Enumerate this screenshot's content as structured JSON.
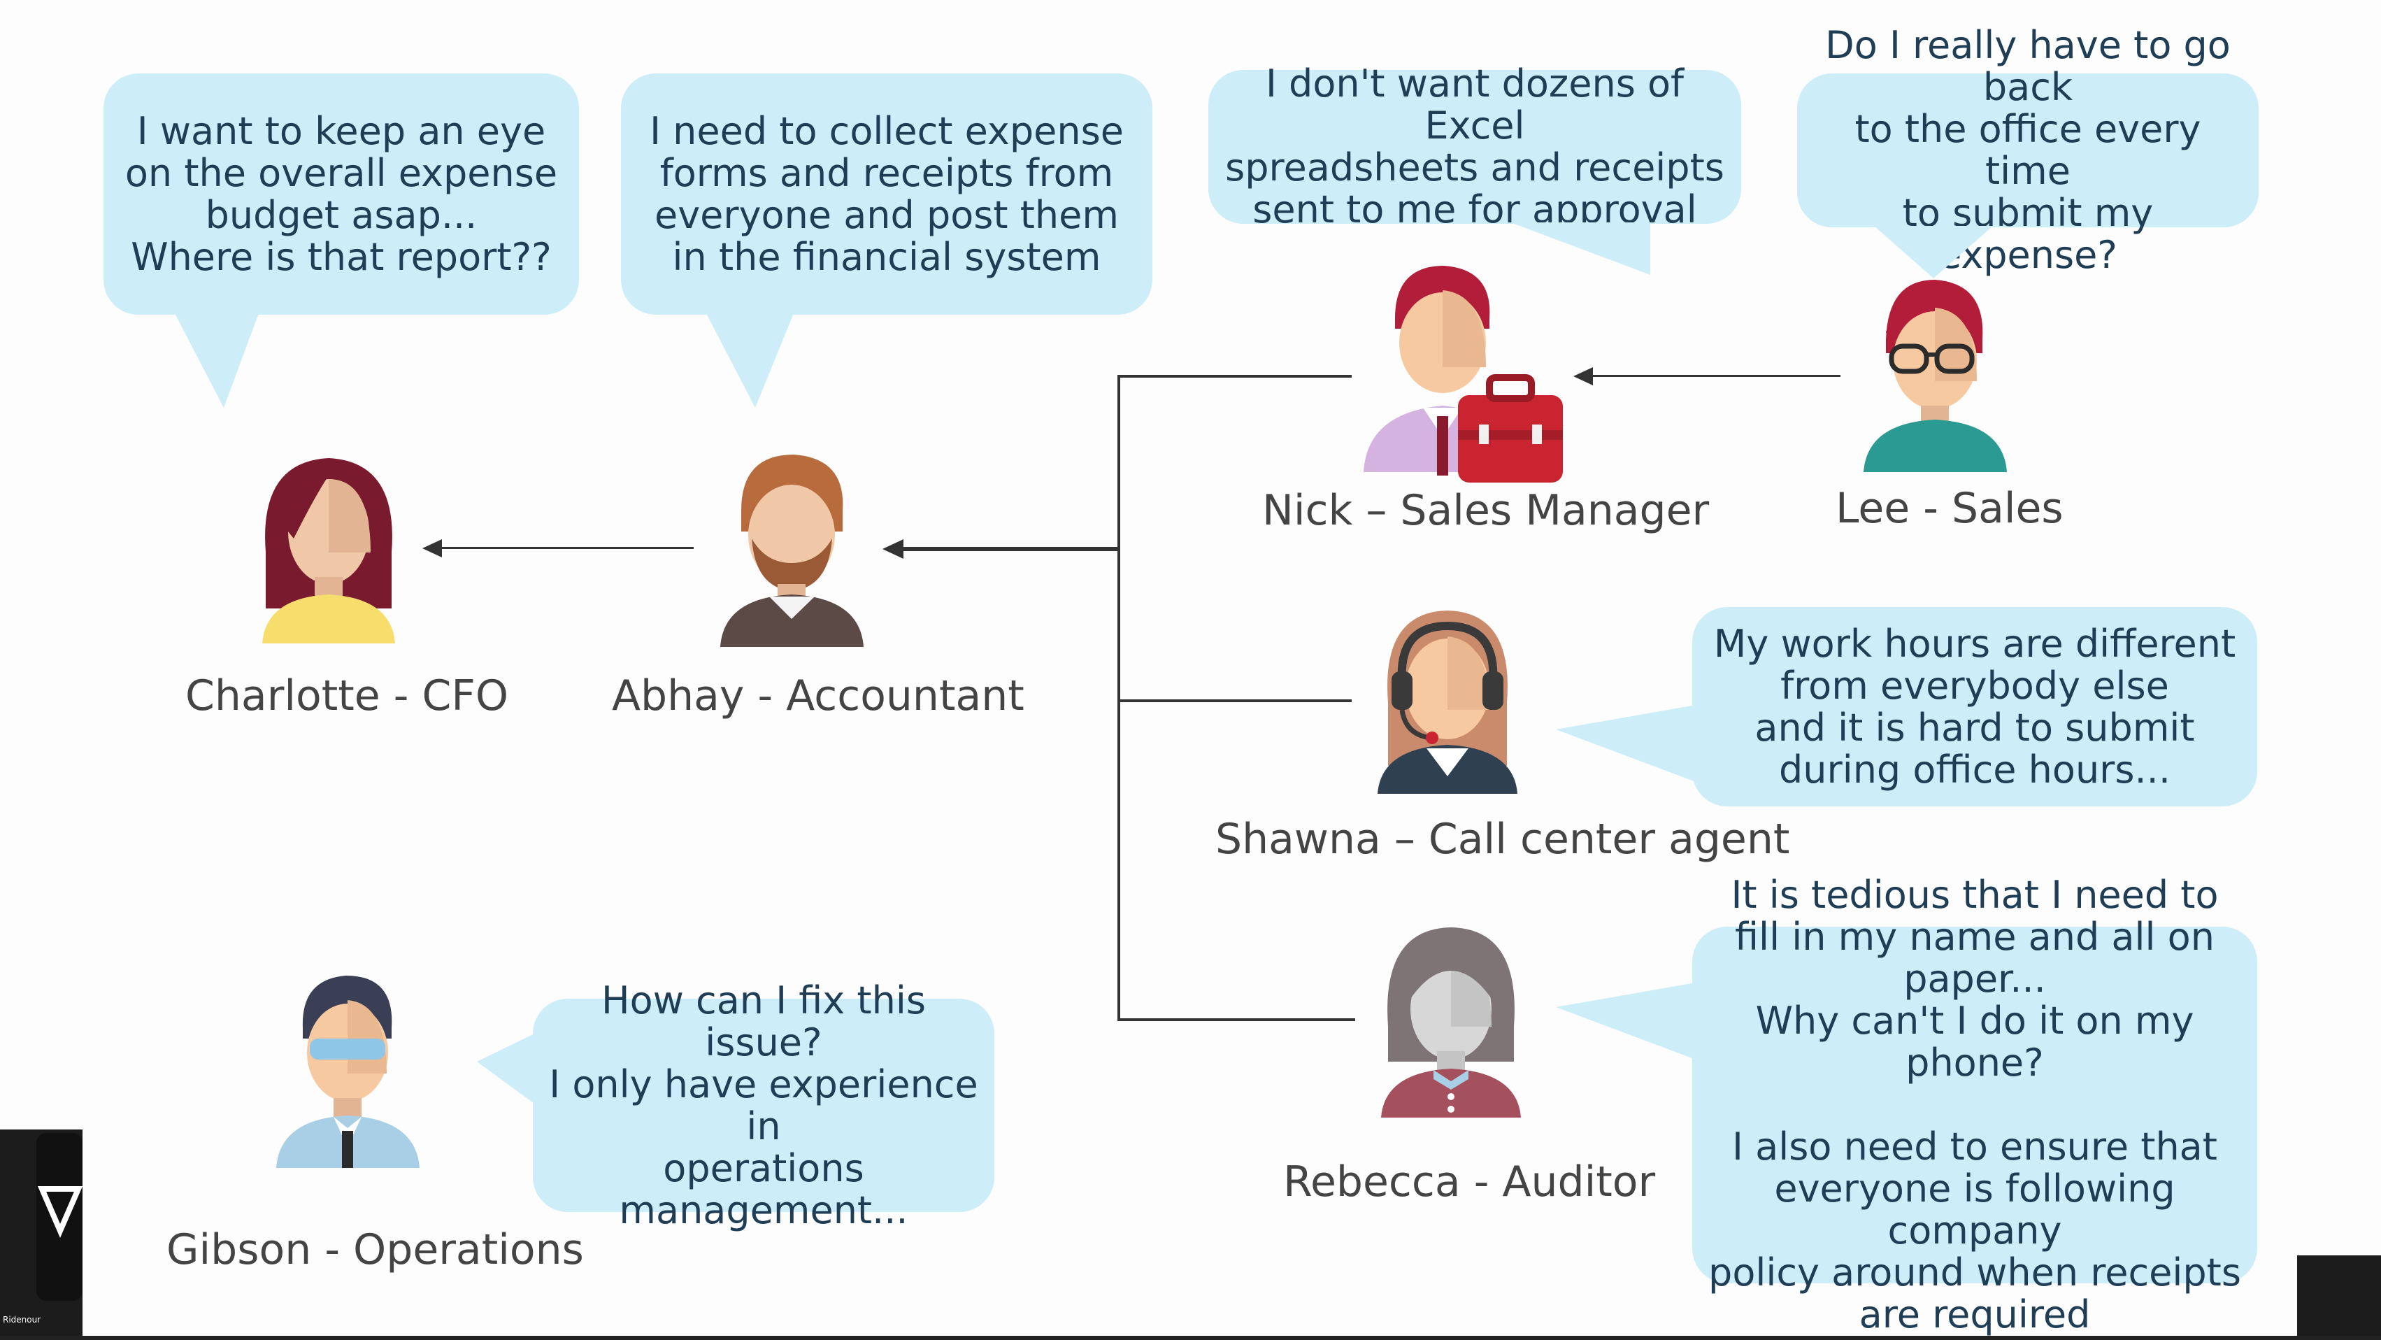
{
  "bubbles": {
    "charlotte": "I want to keep an eye\non the overall expense\nbudget asap...\nWhere is that report??",
    "abhay": "I need to collect expense\nforms and receipts from\neveryone and post them\nin the financial system",
    "nick": "I don't want dozens of Excel\nspreadsheets and receipts\nsent to me for approval",
    "lee": "Do I really have to go back\nto the office every time\nto submit my expense?",
    "shawna": "My work hours are different\nfrom everybody else\nand it is hard to submit\nduring office hours...",
    "rebecca": "It is tedious that I need to\nfill in my name and all on paper...\nWhy can't I do it on my phone?\n\nI also need to ensure that\neveryone is following company\npolicy around when receipts\nare required",
    "gibson": "How can I fix this issue?\nI only have experience in\noperations management..."
  },
  "names": {
    "charlotte": "Charlotte - CFO",
    "abhay": "Abhay - Accountant",
    "nick": "Nick – Sales Manager",
    "lee": "Lee - Sales",
    "shawna": "Shawna – Call center agent",
    "rebecca": "Rebecca - Auditor",
    "gibson": "Gibson - Operations"
  },
  "presenter_label": "Ridenour",
  "colors": {
    "bubble": "#cdeef8",
    "text": "#1f3d55",
    "name": "#444444"
  }
}
